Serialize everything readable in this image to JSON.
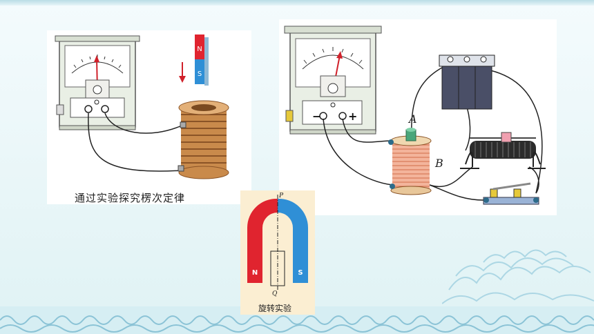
{
  "figures": [
    {
      "id": "faraday-experiment",
      "caption": "通过实验探究楞次定律",
      "magnet_poles": [
        "N",
        "S"
      ]
    },
    {
      "id": "induction-circuit",
      "coil_terminals": [
        "A",
        "B"
      ],
      "meter_terminals": [
        "−",
        "+"
      ]
    },
    {
      "id": "rotation-experiment",
      "caption": "旋转实验",
      "axis_labels": [
        "P",
        "Q"
      ],
      "magnet_poles": [
        "N",
        "S"
      ]
    }
  ],
  "meter1_terminals": [
    "−",
    "+"
  ],
  "colors": {
    "north": "#e0242f",
    "south": "#2f8fd6",
    "coil": "#c98a4b",
    "paper": "#fbeed2"
  }
}
